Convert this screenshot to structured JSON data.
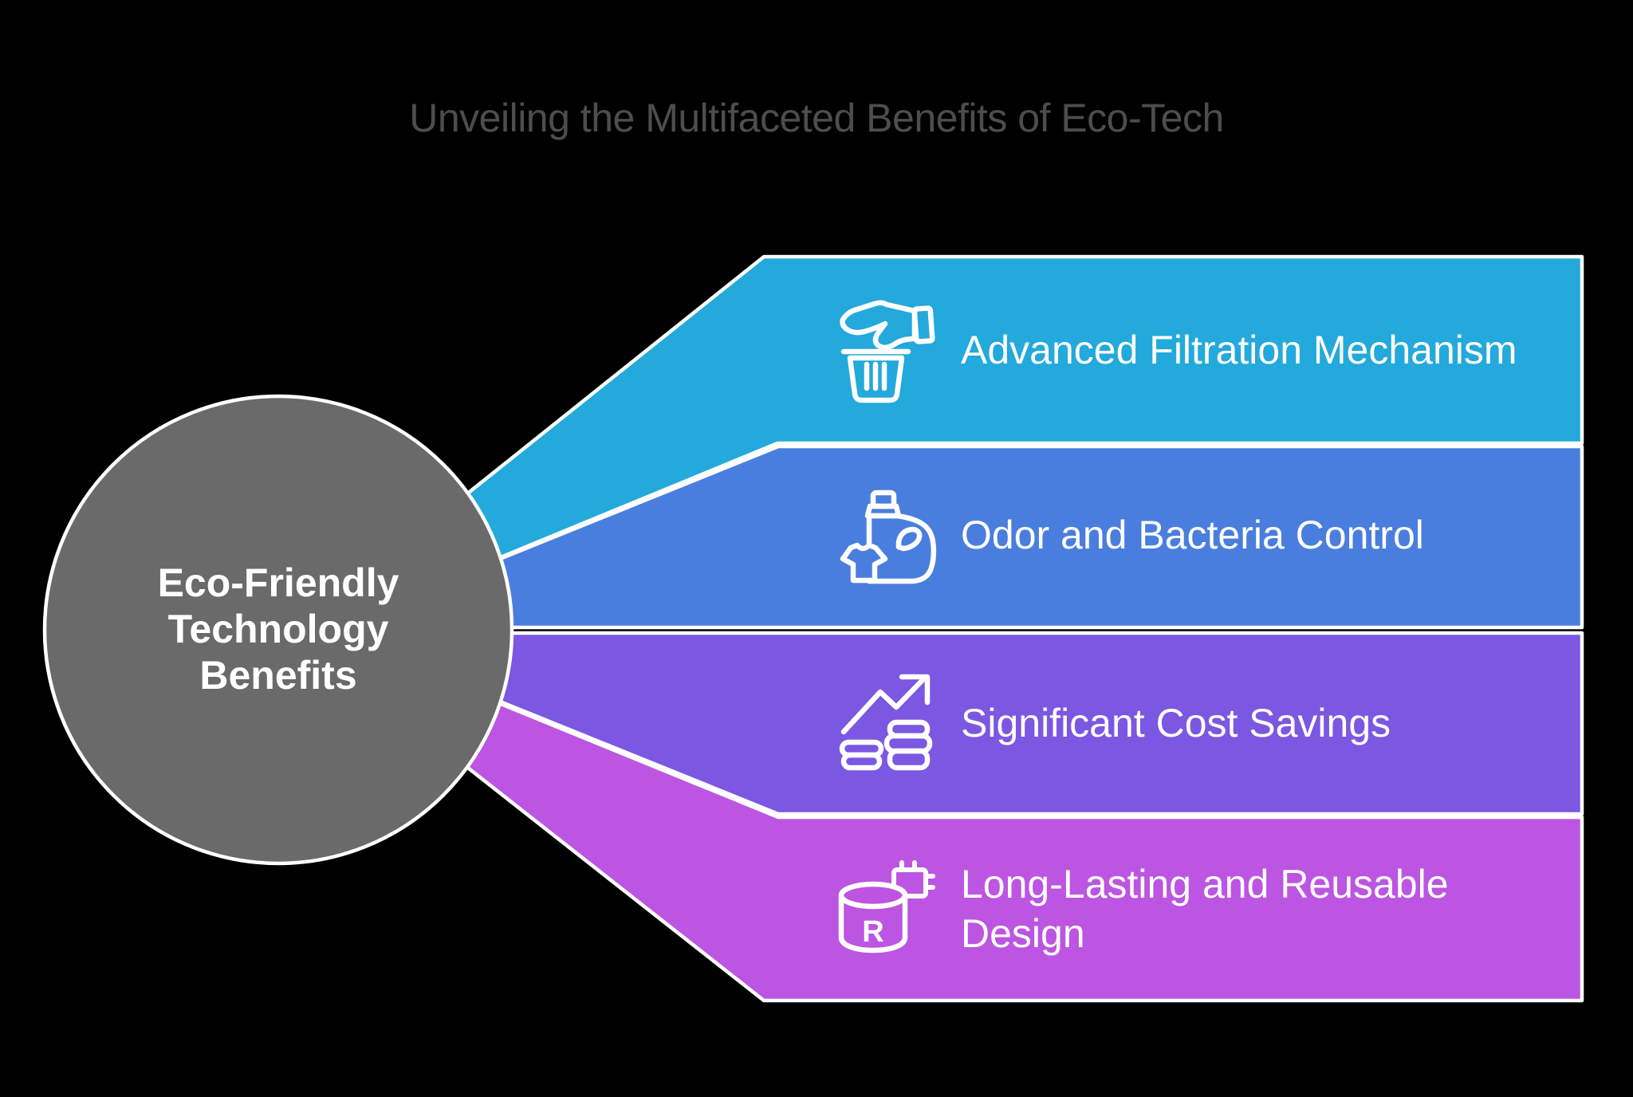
{
  "title": {
    "text": "Unveiling the Multifaceted Benefits of Eco-Tech",
    "color": "#4D4D4D"
  },
  "hub": {
    "label": "Eco-Friendly Technology Benefits",
    "line1": "Eco-Friendly",
    "line2": "Technology",
    "line3": "Benefits",
    "fill": "#6A6A6A",
    "text_color": "#FFFFFF"
  },
  "bands": [
    {
      "label": "Advanced Filtration Mechanism",
      "color": "#23A9DB",
      "icon": "hand-dropping-into-trash"
    },
    {
      "label": "Odor and Bacteria Control",
      "color": "#4A7EDE",
      "icon": "eco-detergent-bottle-with-shirt"
    },
    {
      "label": "Significant Cost Savings",
      "color": "#7C57E1",
      "icon": "rising-chart-with-coins"
    },
    {
      "label": "Long-Lasting and Reusable Design",
      "color": "#BC55E2",
      "icon": "reusable-cylinder-with-chip",
      "icon_letter": "R"
    }
  ],
  "colors": {
    "background": "#000000",
    "outline": "#FFFFFF",
    "label_text": "#FFFFFF"
  }
}
